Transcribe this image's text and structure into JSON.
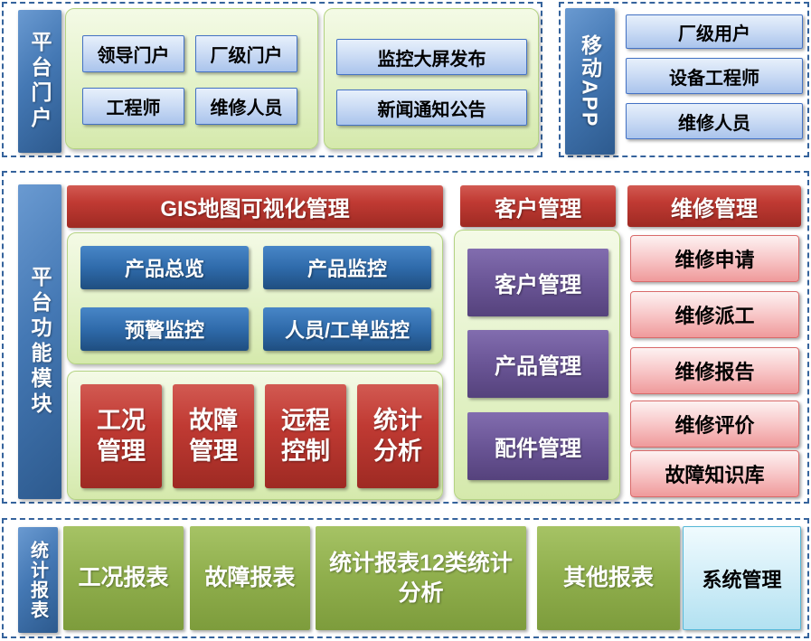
{
  "colors": {
    "dashed_border": "#35639c",
    "vertical_label_blue": "#2d5a8e",
    "container_green": "#e3f2c8",
    "button_light_blue": "#aac4ec",
    "button_dark_blue": "#1f4e80",
    "header_red": "#c03a33",
    "button_purple": "#6a5596",
    "button_pink": "#f8c7c8",
    "button_olive_green": "#8fae4c",
    "button_cyan": "#d2eef8"
  },
  "sections": {
    "portal": {
      "label": "平台门户",
      "group1": [
        "领导门户",
        "厂级门户",
        "工程师",
        "维修人员"
      ],
      "group2": [
        "监控大屏发布",
        "新闻通知公告"
      ]
    },
    "mobile": {
      "label": "移动APP",
      "items": [
        "厂级用户",
        "设备工程师",
        "维修人员"
      ]
    },
    "modules": {
      "label": "平台功能模块",
      "gis": {
        "header": "GIS地图可视化管理",
        "items": [
          "产品总览",
          "产品监控",
          "预警监控",
          "人员/工单监控"
        ]
      },
      "core": [
        "工况管理",
        "故障管理",
        "远程控制",
        "统计分析"
      ],
      "customer": {
        "header": "客户管理",
        "items": [
          "客户管理",
          "产品管理",
          "配件管理"
        ]
      },
      "repair": {
        "header": "维修管理",
        "items": [
          "维修申请",
          "维修派工",
          "维修报告",
          "维修评价",
          "故障知识库"
        ]
      }
    },
    "reports": {
      "label": "统计报表",
      "items": [
        "工况报表",
        "故障报表",
        "统计报表12类统计分析",
        "其他报表"
      ],
      "system": "系统管理"
    }
  }
}
